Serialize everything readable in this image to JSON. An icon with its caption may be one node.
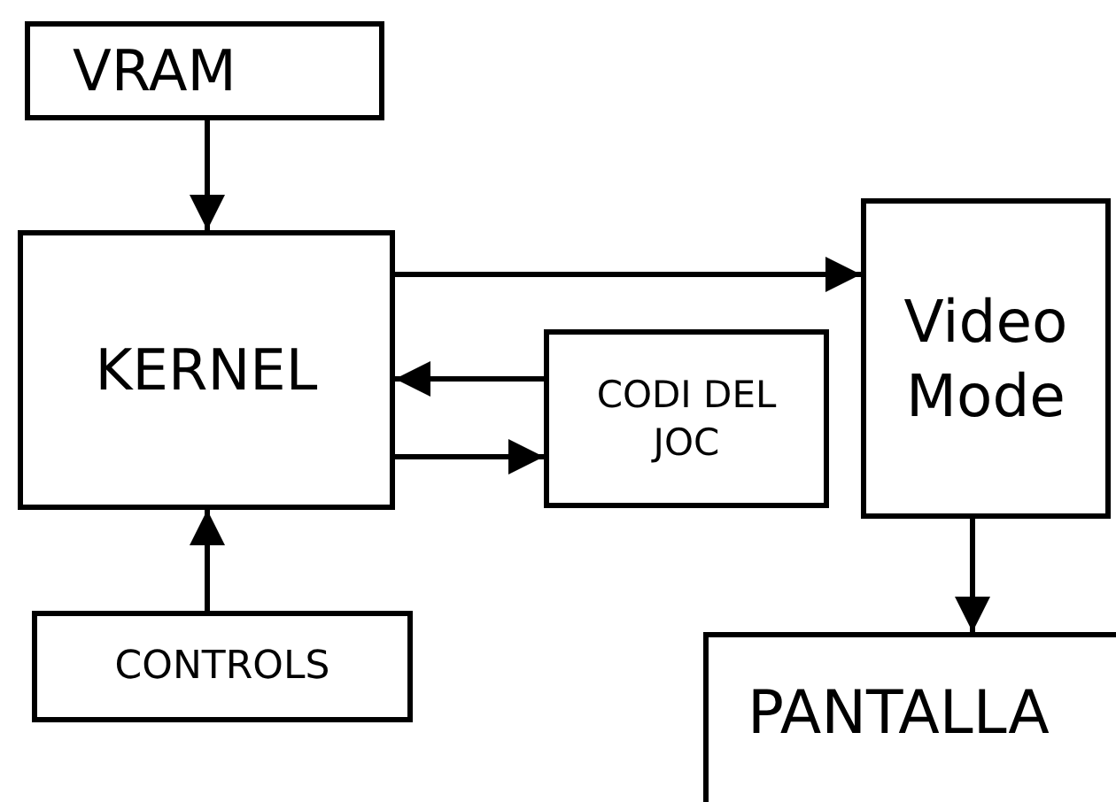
{
  "diagram": {
    "nodes": [
      {
        "text": [
          "VRAM"
        ]
      },
      {
        "text": [
          "KERNEL"
        ]
      },
      {
        "text": [
          "CODI DEL JOC"
        ]
      },
      {
        "text": [
          "Video Mode"
        ]
      },
      {
        "text": [
          "CONTROLS"
        ]
      },
      {
        "text": [
          "PANTALLA"
        ]
      }
    ],
    "edges": [
      {
        "from": 0,
        "to": 1,
        "arrow": "to"
      },
      {
        "from": 1,
        "to": 3,
        "arrow": "to"
      },
      {
        "from": 2,
        "to": 1,
        "arrow": "to"
      },
      {
        "from": 1,
        "to": 2,
        "arrow": "to"
      },
      {
        "from": 4,
        "to": 1,
        "arrow": "to"
      },
      {
        "from": 3,
        "to": 5,
        "arrow": "to"
      }
    ]
  }
}
